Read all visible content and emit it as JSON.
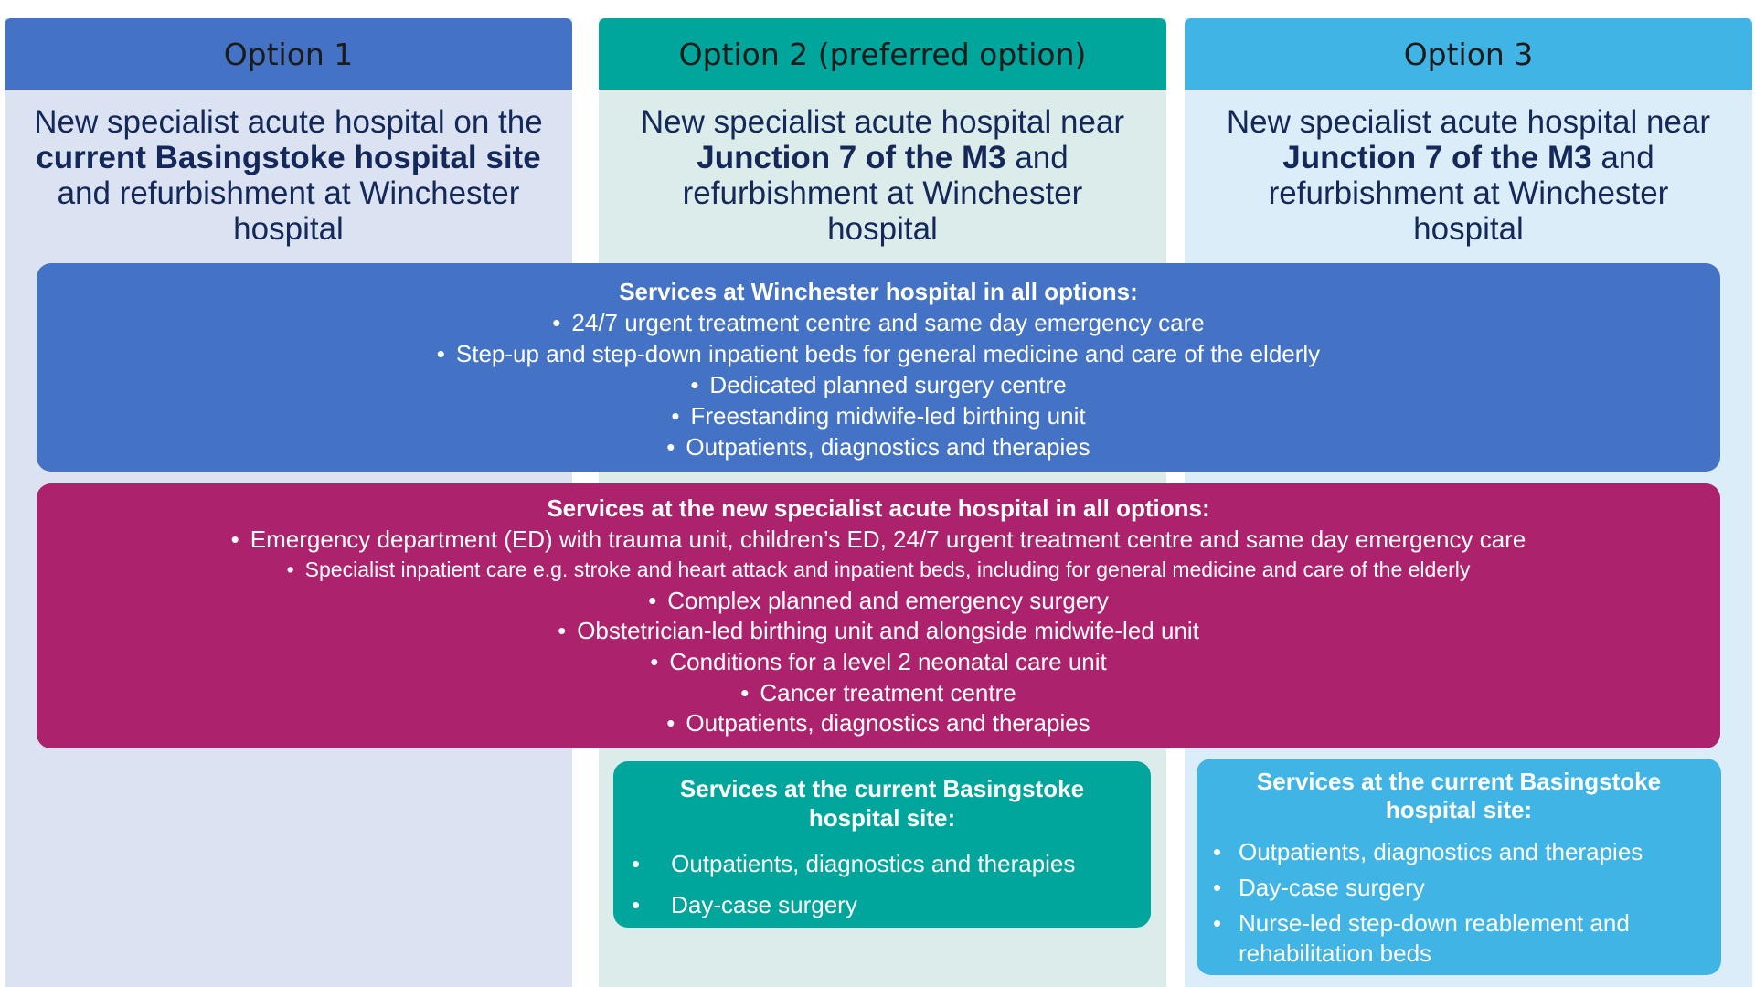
{
  "options": [
    {
      "header": "Option 1",
      "desc": [
        [
          {
            "t": "New specialist acute hospital on the",
            "b": false
          }
        ],
        [
          {
            "t": "current Basingstoke hospital site",
            "b": true
          }
        ],
        [
          {
            "t": "and refurbishment at Winchester",
            "b": false
          }
        ],
        [
          {
            "t": "hospital",
            "b": false
          }
        ]
      ]
    },
    {
      "header": "Option 2 (preferred option)",
      "desc": [
        [
          {
            "t": "New specialist acute hospital near",
            "b": false
          }
        ],
        [
          {
            "t": "Junction 7 of the M3",
            "b": true
          },
          {
            "t": " and",
            "b": false
          }
        ],
        [
          {
            "t": "refurbishment at Winchester",
            "b": false
          }
        ],
        [
          {
            "t": "hospital",
            "b": false
          }
        ]
      ]
    },
    {
      "header": "Option 3",
      "desc": [
        [
          {
            "t": "New specialist acute hospital near",
            "b": false
          }
        ],
        [
          {
            "t": "Junction 7 of the M3",
            "b": true
          },
          {
            "t": " and",
            "b": false
          }
        ],
        [
          {
            "t": "refurbishment at Winchester",
            "b": false
          }
        ],
        [
          {
            "t": "hospital",
            "b": false
          }
        ]
      ]
    }
  ],
  "winchester": {
    "title": "Services at Winchester hospital in all options:",
    "items": [
      "24/7 urgent treatment centre and same day emergency care",
      "Step-up and step-down inpatient beds for general medicine and care of the elderly",
      "Dedicated planned surgery centre",
      "Freestanding midwife-led birthing unit",
      "Outpatients, diagnostics and therapies"
    ]
  },
  "acute": {
    "title": "Services at the new specialist acute hospital in all options:",
    "items": [
      "Emergency department (ED) with trauma unit, children’s ED, 24/7 urgent treatment centre and same day emergency care",
      "Specialist inpatient care e.g. stroke and heart attack and inpatient beds, including for general medicine and care of the elderly",
      "Complex planned and emergency surgery",
      "Obstetrician-led birthing unit and alongside midwife-led unit",
      "Conditions for a level 2 neonatal care unit",
      "Cancer treatment centre",
      "Outpatients, diagnostics and therapies"
    ]
  },
  "basingstoke_option2": {
    "title_line1": "Services at the current Basingstoke",
    "title_line2": "hospital site:",
    "items": [
      "Outpatients, diagnostics and therapies",
      "Day-case surgery"
    ]
  },
  "basingstoke_option3": {
    "title_line1": "Services at the current Basingstoke",
    "title_line2": "hospital site:",
    "items": [
      "Outpatients, diagnostics and therapies",
      "Day-case surgery",
      "Nurse-led step-down reablement and rehabilitation beds"
    ]
  },
  "colors": {
    "option1": "#4472c4",
    "option2": "#00a59b",
    "option3": "#41b4e6",
    "acute": "#ad226c"
  }
}
